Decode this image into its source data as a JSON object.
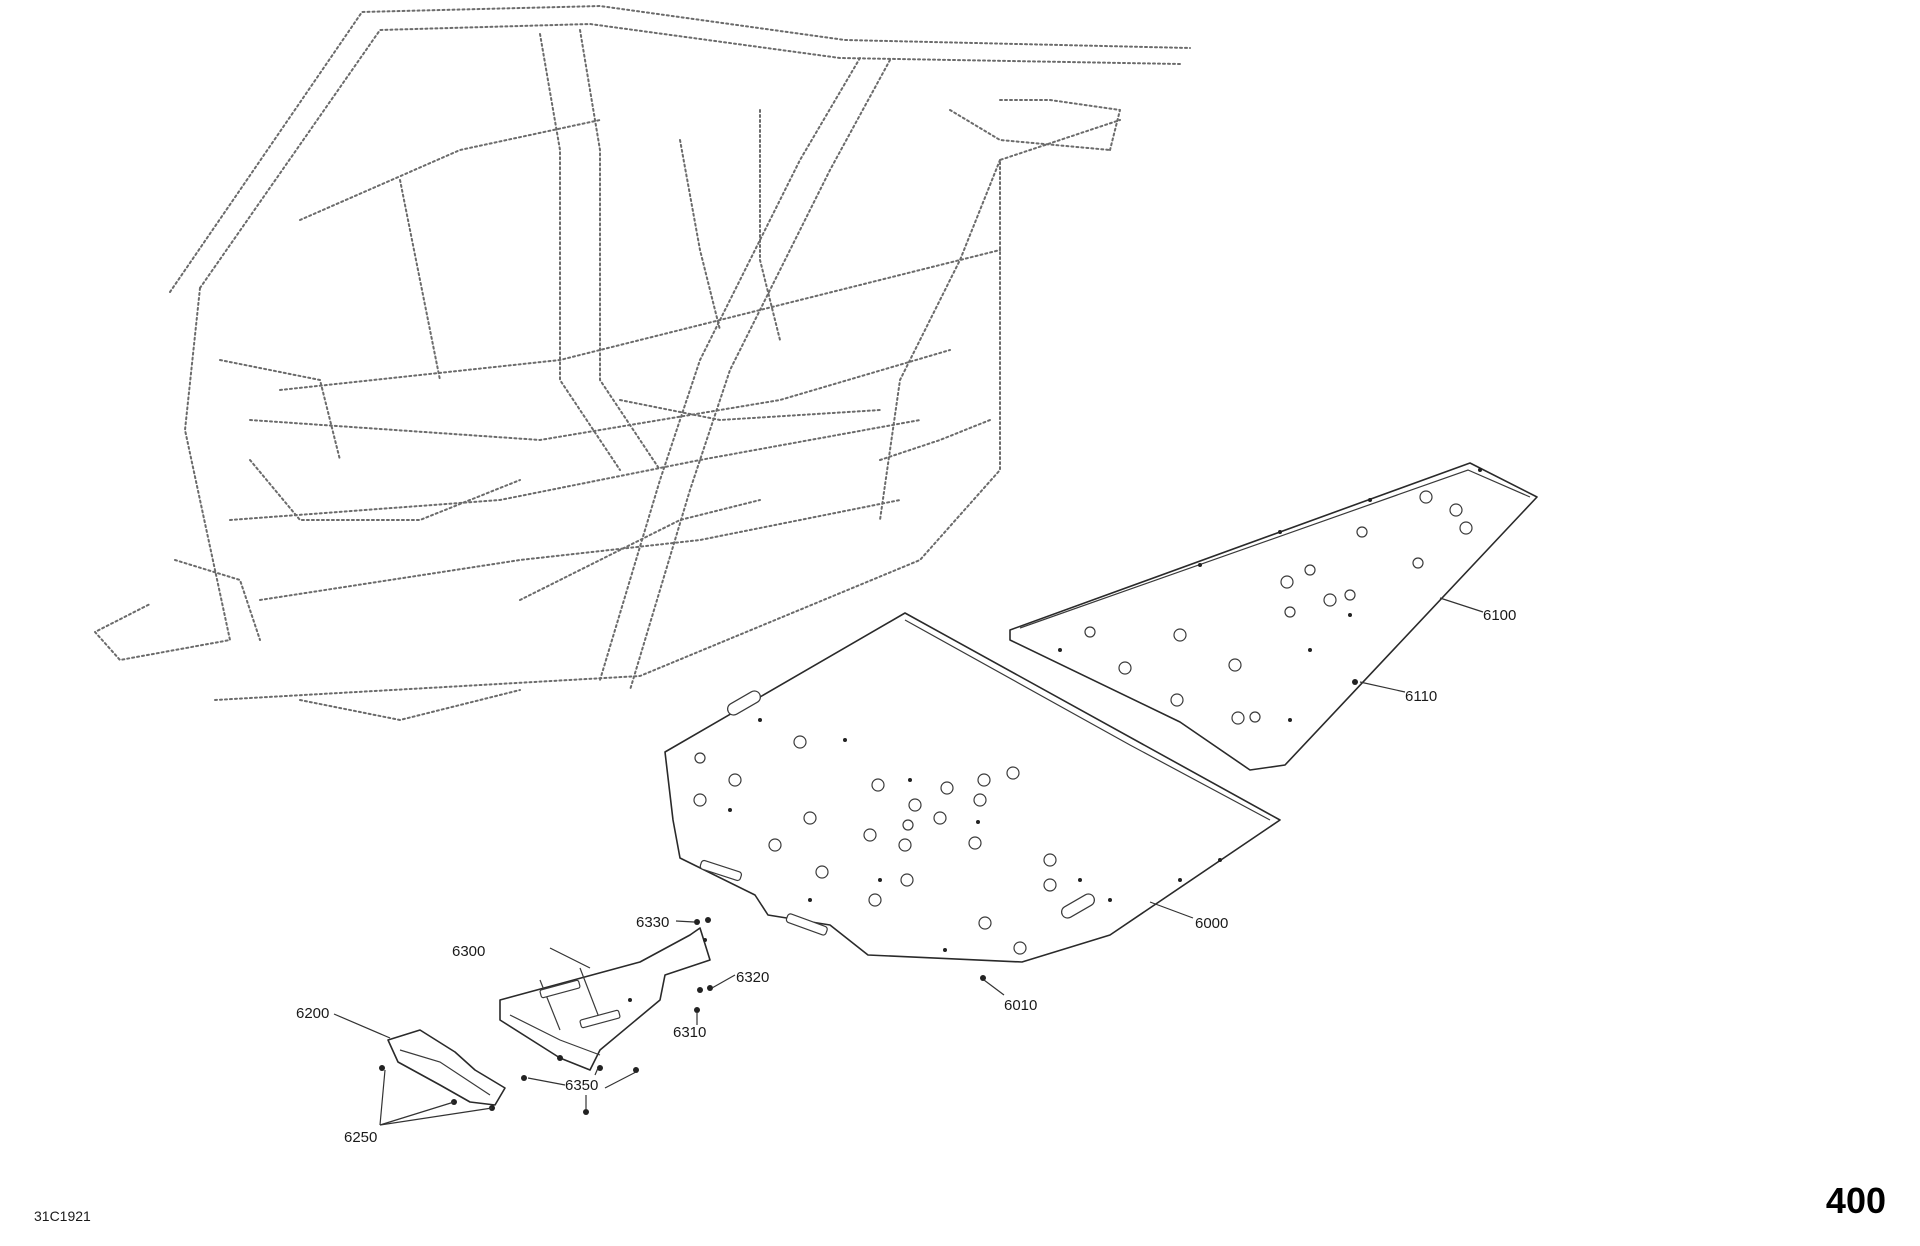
{
  "figure": {
    "code": "31C1921",
    "page_number": "400"
  },
  "callouts": {
    "c6000": "6000",
    "c6010": "6010",
    "c6100": "6100",
    "c6110": "6110",
    "c6200": "6200",
    "c6250": "6250",
    "c6300": "6300",
    "c6310": "6310",
    "c6320": "6320",
    "c6330": "6330",
    "c6350": "6350"
  }
}
